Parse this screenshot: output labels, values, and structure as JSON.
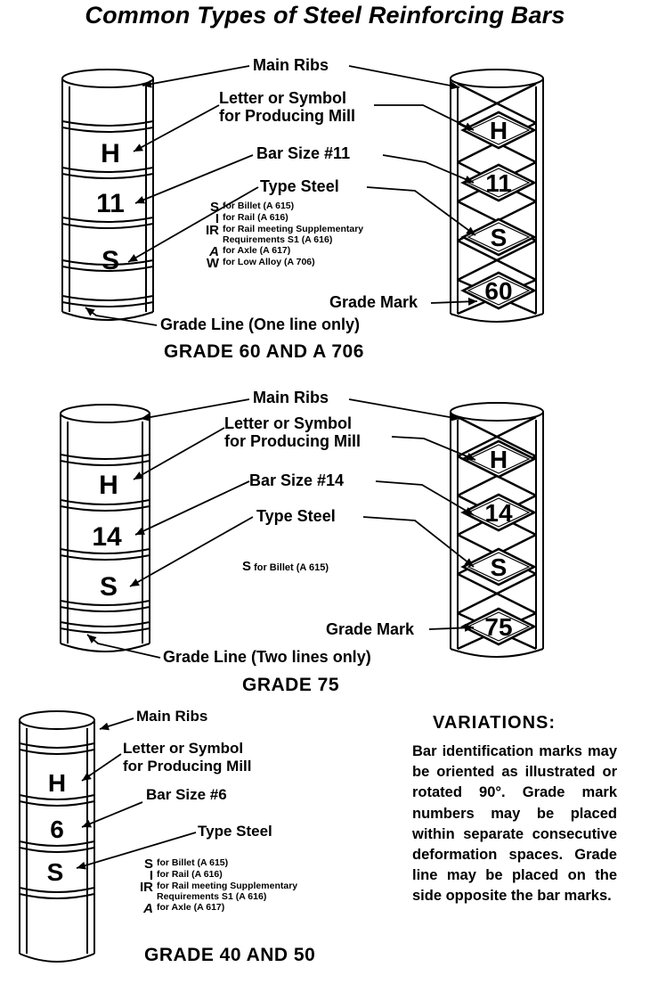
{
  "title": "Common Types of Steel Reinforcing Bars",
  "grade60": {
    "main_ribs": "Main Ribs",
    "letter_line1": "Letter or Symbol",
    "letter_line2": "for Producing Mill",
    "bar_size": "Bar Size #11",
    "type_steel": "Type Steel",
    "grade_mark": "Grade Mark",
    "grade_line": "Grade Line (One line only)",
    "caption": "GRADE 60 AND A 706",
    "left_marks": [
      "H",
      "11",
      "S"
    ],
    "right_marks": [
      "H",
      "11",
      "S",
      "60"
    ],
    "legend": [
      {
        "symbol": "S",
        "text": "for Billet (A 615)"
      },
      {
        "symbol": "I",
        "text": "for Rail (A 616)"
      },
      {
        "symbol": "IR",
        "text": "for Rail meeting Supplementary|Requirements S1 (A 616)"
      },
      {
        "symbol": "A",
        "text": "for Axle (A 617)"
      },
      {
        "symbol": "W",
        "text": "for Low Alloy (A 706)"
      }
    ]
  },
  "grade75": {
    "main_ribs": "Main Ribs",
    "letter_line1": "Letter or Symbol",
    "letter_line2": "for Producing Mill",
    "bar_size": "Bar Size #14",
    "type_steel": "Type Steel",
    "billet": "S for Billet (A 615)",
    "grade_mark": "Grade Mark",
    "grade_line": "Grade Line (Two lines only)",
    "caption": "GRADE 75",
    "left_marks": [
      "H",
      "14",
      "S"
    ],
    "right_marks": [
      "H",
      "14",
      "S",
      "75"
    ]
  },
  "grade40": {
    "main_ribs": "Main Ribs",
    "letter_line1": "Letter or Symbol",
    "letter_line2": "for Producing Mill",
    "bar_size": "Bar Size #6",
    "type_steel": "Type Steel",
    "caption": "GRADE 40 AND 50",
    "left_marks": [
      "H",
      "6",
      "S"
    ],
    "legend": [
      {
        "symbol": "S",
        "text": "for Billet (A 615)"
      },
      {
        "symbol": "I",
        "text": "for Rail (A 616)"
      },
      {
        "symbol": "IR",
        "text": "for Rail meeting Supplementary|Requirements S1 (A 616)"
      },
      {
        "symbol": "A",
        "text": "for Axle (A 617)"
      }
    ]
  },
  "variations": {
    "heading": "VARIATIONS:",
    "body": "Bar identification marks may be oriented as illustrated or rotated 90°. Grade mark numbers may be placed within separate consecutive deformation spaces. Grade line may be placed on the side opposite the bar marks."
  }
}
